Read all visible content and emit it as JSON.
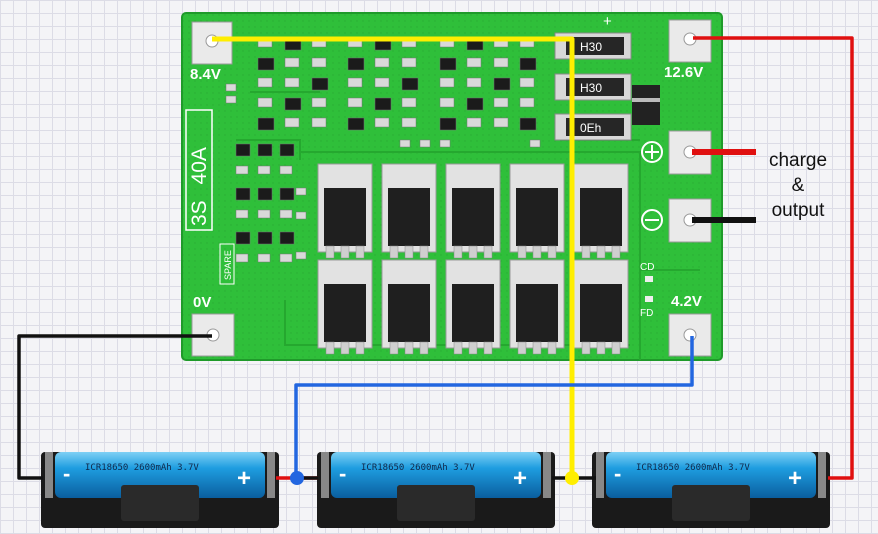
{
  "board": {
    "label_cells": "3S",
    "label_current": "40A",
    "spare_label": "SPARE",
    "plus_mark": "+",
    "cd_label": "CD",
    "fd_label": "FD",
    "pads": {
      "v84": "8.4V",
      "v126": "12.6V",
      "v0": "0V",
      "v42": "4.2V"
    },
    "resistors": [
      "H30",
      "H30",
      "0Eh"
    ]
  },
  "side_label": {
    "line1": "charge",
    "line2": "&",
    "line3": "output"
  },
  "battery": {
    "label": "ICR18650 2600mAh 3.7V",
    "minus": "-",
    "plus": "+"
  },
  "colors": {
    "pcb": "#2fbf3a",
    "pcb_edge": "#1f9a2a",
    "wire_red": "#e01010",
    "wire_yellow": "#ffee00",
    "wire_blue": "#2266e0",
    "wire_black": "#111111",
    "battery_cell": "#1e9de0",
    "battery_holder": "#1a1a1a"
  }
}
